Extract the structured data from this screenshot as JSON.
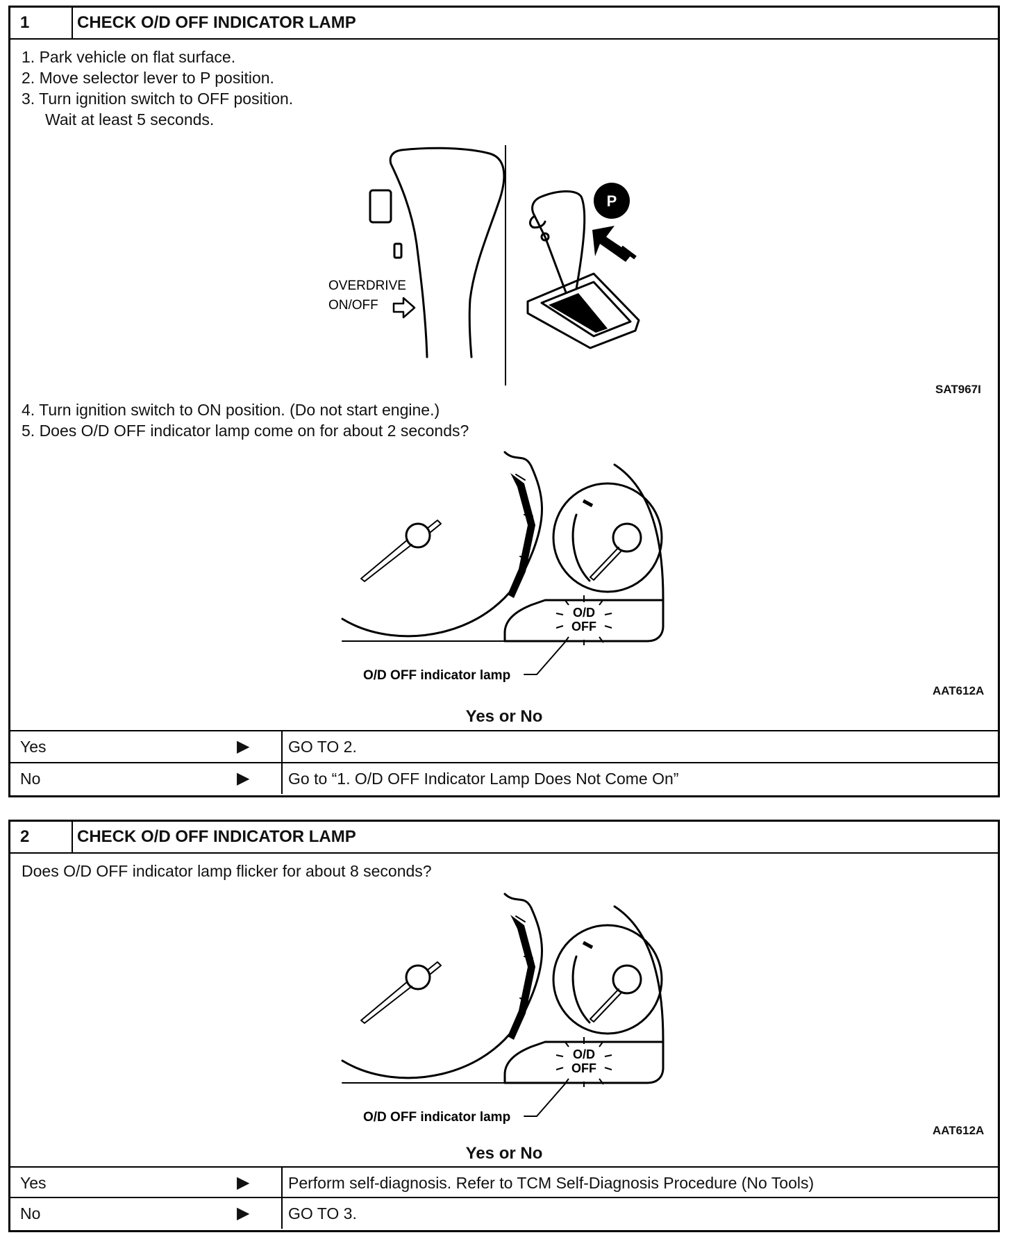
{
  "step1": {
    "number": "1",
    "title": "CHECK O/D OFF INDICATOR LAMP",
    "instructions": [
      "1.  Park vehicle on flat surface.",
      "2.  Move selector lever to P position.",
      "3.  Turn ignition switch to OFF position.",
      "Wait at least 5 seconds."
    ],
    "fig1": {
      "label_line1": "OVERDRIVE",
      "label_line2": "ON/OFF",
      "p_badge": "P",
      "code": "SAT967I"
    },
    "instructions2": [
      "4.  Turn ignition switch to ON position. (Do not start engine.)",
      "5.  Does O/D OFF indicator lamp come on for about 2 seconds?"
    ],
    "fig2": {
      "lamp_line1": "O/D",
      "lamp_line2": "OFF",
      "callout": "O/D OFF indicator lamp",
      "code": "AAT612A"
    },
    "yes_no": "Yes or No",
    "rows": [
      {
        "label": "Yes",
        "arrow": "▶",
        "result": "GO TO 2."
      },
      {
        "label": "No",
        "arrow": "▶",
        "result": "Go to “1. O/D OFF Indicator Lamp Does Not Come On”"
      }
    ]
  },
  "step2": {
    "number": "2",
    "title": "CHECK O/D OFF INDICATOR LAMP",
    "question": "Does O/D OFF indicator lamp flicker for about 8 seconds?",
    "fig": {
      "lamp_line1": "O/D",
      "lamp_line2": "OFF",
      "callout": "O/D OFF indicator lamp",
      "code": "AAT612A"
    },
    "yes_no": "Yes or No",
    "rows": [
      {
        "label": "Yes",
        "arrow": "▶",
        "result": "Perform self-diagnosis. Refer to TCM Self-Diagnosis Procedure (No Tools)"
      },
      {
        "label": "No",
        "arrow": "▶",
        "result": "GO TO 3."
      }
    ]
  }
}
